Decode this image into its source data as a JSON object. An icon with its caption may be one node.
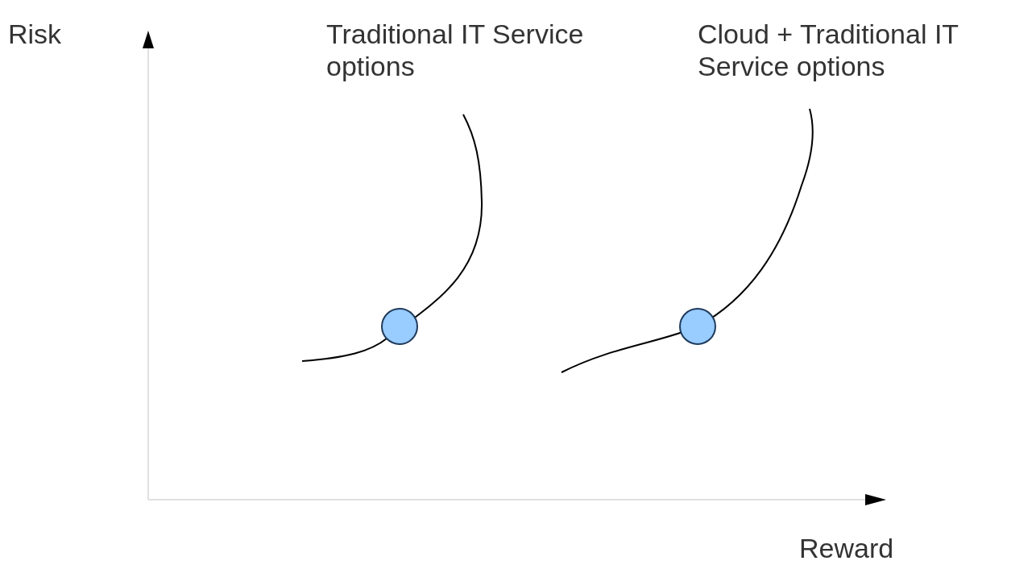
{
  "diagram": {
    "labels": [
      "Risk",
      "Traditional IT Service options",
      "Cloud + Traditional IT Service options",
      "Reward"
    ]
  }
}
